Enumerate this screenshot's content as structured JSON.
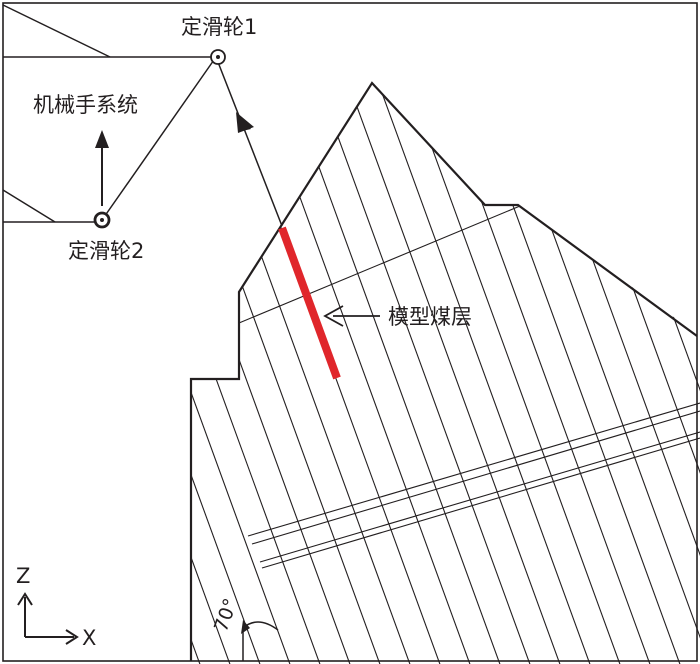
{
  "labels": {
    "pulley1": "定滑轮1",
    "pulley2": "定滑轮2",
    "robot_system": "机械手系统",
    "coal_seam": "模型煤层",
    "angle": "70°",
    "axis_z": "Z",
    "axis_x": "X"
  },
  "colors": {
    "line": "#231f20",
    "coal_seam": "#e0262b",
    "background": "#ffffff"
  },
  "dip_angle_deg": 70
}
